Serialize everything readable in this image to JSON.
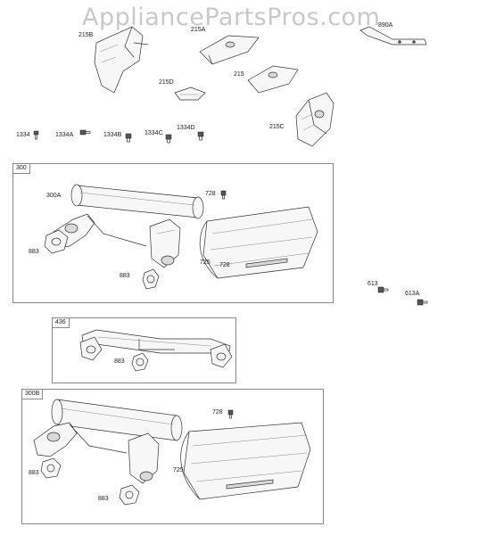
{
  "watermark": "AppliancePartsPros.com",
  "groups": {
    "g300": "300",
    "g436": "436",
    "g300b": "300B"
  },
  "labels": {
    "l215b": "215B",
    "l215a": "215A",
    "l890a": "890A",
    "l215d": "215D",
    "l215": "215",
    "l215c": "215C",
    "l1334": "1334",
    "l1334a": "1334A",
    "l1334b": "1334B",
    "l1334c": "1334C",
    "l1334d": "1334D",
    "l300a": "300A",
    "l728_1": "728",
    "l883_1": "883",
    "l725_1": "725",
    "l728_2": "728",
    "l883_2": "883",
    "l613": "613",
    "l613a": "613A",
    "l883_3": "883",
    "l728_3": "728",
    "l883_4": "883",
    "l725_2": "725",
    "l883_5": "883"
  }
}
